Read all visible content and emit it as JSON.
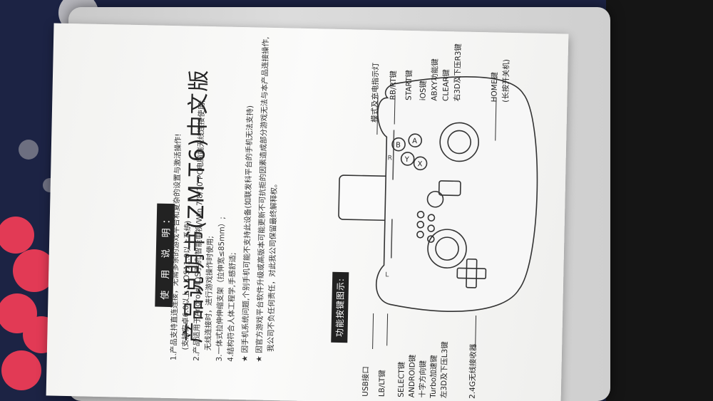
{
  "manual": {
    "title": "产品说明书(ZM-T6)中文版",
    "usage_heading": "使 用 说 明：",
    "usage_lines": [
      "1.产品支持直连连接，无需多余的游戏平台和复杂的设置与激活操作!",
      "(支持安卓6.0以上，IOS11.0以上系统)",
      "2.产品适用于Android/IOS手机/智能电视/Win 7/8/10 PC电脑端无线连接使用;",
      "无线连接时，进行游戏操作时使用;",
      "3.一体式拉伸伸缩支架（拉伸宽≤85mm）;",
      "4.结构符合人体工程学,手感舒适;",
      "★ 因手机系统问题,个别手机可能不支持此设备(如联发科平台的手机无法支持)",
      "★ 因官方游戏平台软件升级或高版本可能更新不可抗拒的因素造成部分游戏无法与本产品连接操作,",
      "我公司不负任何责任，对此我公司保留最终解释权。"
    ],
    "diagram_heading": "功能按键图示:",
    "left_labels": [
      "USB接口",
      "LB/LT键",
      "SELECT键",
      "ANDROID键",
      "十字方向键",
      "Turbo加速键",
      "左3D及下压L3键",
      "2.4G无线接收器"
    ],
    "right_labels": [
      "模式及充电指示灯",
      "RB/RT键",
      "START键",
      "iOS键",
      "ABXY功能键",
      "CLEAR键",
      "右3D及下压R3键",
      "HOME键",
      "(长按开关机)"
    ],
    "face_buttons": [
      "Y",
      "B",
      "X",
      "A"
    ],
    "bumpers": [
      "R",
      "L"
    ]
  }
}
